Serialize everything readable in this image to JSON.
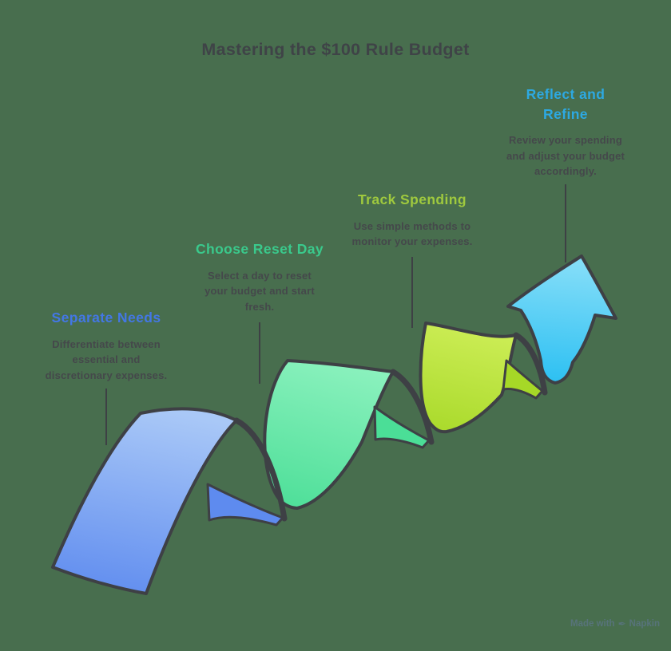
{
  "title": "Mastering the $100 Rule Budget",
  "colors": {
    "bg": "#486E4E",
    "outline": "#3E4045",
    "title": "#3F4347",
    "body": "#45484B",
    "watermark": "#5A7582"
  },
  "steps": [
    {
      "heading_lines": [
        "Separate Needs"
      ],
      "heading_color": "#4377E5",
      "body_lines": [
        "Differentiate between",
        "essential and",
        "discretionary expenses."
      ],
      "ribbon": {
        "light": "#A9C8F7",
        "dark": "#5E8BEF"
      }
    },
    {
      "heading_lines": [
        "Choose Reset Day"
      ],
      "heading_color": "#3AC98C",
      "body_lines": [
        "Select a day to reset",
        "your budget and start",
        "fresh."
      ],
      "ribbon": {
        "light": "#8DF2BF",
        "dark": "#4BDE97"
      }
    },
    {
      "heading_lines": [
        "Track Spending"
      ],
      "heading_color": "#9FC93E",
      "body_lines": [
        "Use simple methods to",
        "monitor your expenses."
      ],
      "ribbon": {
        "light": "#D0EF5A",
        "dark": "#A6D827"
      }
    },
    {
      "heading_lines": [
        "Reflect and",
        "Refine"
      ],
      "heading_color": "#2DA9E2",
      "body_lines": [
        "Review your spending",
        "and adjust your budget",
        "accordingly."
      ],
      "ribbon": {
        "light": "#83DDF8",
        "dark": "#2ABFF2"
      }
    }
  ],
  "watermark": {
    "prefix": "Made with",
    "brand": "Napkin",
    "icon": "pen-nib-icon"
  }
}
